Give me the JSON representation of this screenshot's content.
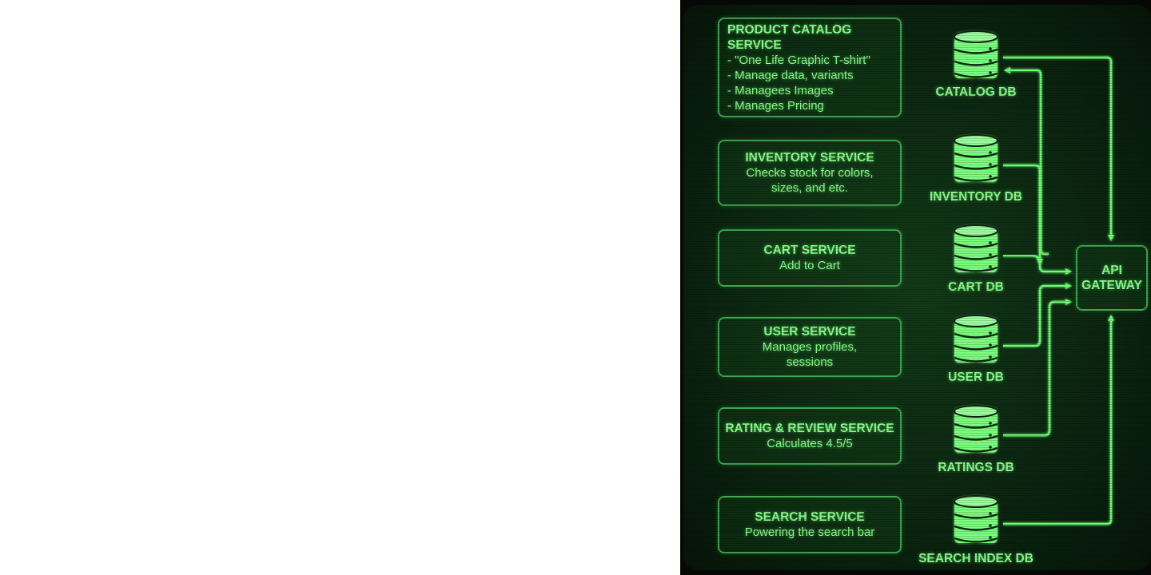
{
  "colors": {
    "accent": "#8dff8f",
    "line": "#6dff72",
    "background": "#0b2510"
  },
  "services": [
    {
      "title": "PRODUCT CATALOG SERVICE",
      "lines": [
        "- \"One Life Graphic T-shirt\"",
        "- Manage data, variants",
        "- Managees Images",
        "- Manages Pricing"
      ]
    },
    {
      "title": "INVENTORY SERVICE",
      "lines": [
        "Checks stock for colors,",
        "sizes, and etc."
      ]
    },
    {
      "title": "CART SERVICE",
      "lines": [
        "Add to Cart"
      ]
    },
    {
      "title": "USER SERVICE",
      "lines": [
        "Manages profiles,",
        "sessions"
      ]
    },
    {
      "title": "RATING & REVIEW SERVICE",
      "lines": [
        "Calculates 4.5/5"
      ]
    },
    {
      "title": "SEARCH SERVICE",
      "lines": [
        "Powering the search bar"
      ]
    }
  ],
  "databases": [
    {
      "label": "CATALOG DB",
      "icon": "database-icon"
    },
    {
      "label": "INVENTORY DB",
      "icon": "database-icon"
    },
    {
      "label": "CART DB",
      "icon": "database-icon"
    },
    {
      "label": "USER DB",
      "icon": "database-icon"
    },
    {
      "label": "RATINGS DB",
      "icon": "database-icon"
    },
    {
      "label": "SEARCH INDEX DB",
      "icon": "database-icon"
    }
  ],
  "gateway": {
    "line1": "API",
    "line2": "GATEWAY"
  }
}
